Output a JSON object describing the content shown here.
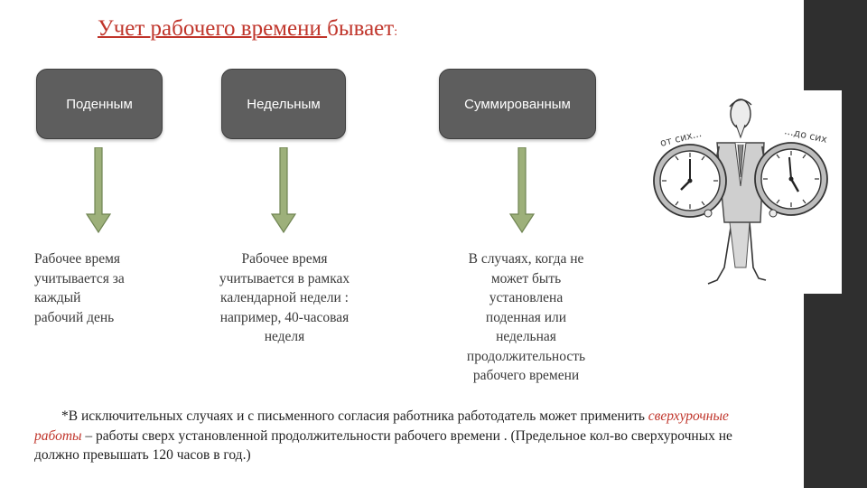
{
  "title": {
    "underlined": "Учет рабочего времени ",
    "rest": "бывает",
    "colon": ":"
  },
  "boxes": [
    {
      "label": "Поденным"
    },
    {
      "label": "Недельным"
    },
    {
      "label": "Суммированным"
    }
  ],
  "descriptions": [
    {
      "lines": [
        "Рабочее время",
        "учитывается за",
        "каждый",
        "рабочий день"
      ]
    },
    {
      "lines": [
        "Рабочее время",
        "учитывается в рамках",
        "календарной недели :",
        "например, 40-часовая",
        "неделя"
      ]
    },
    {
      "lines": [
        "В случаях, когда не",
        "может быть",
        "установлена",
        "поденная или",
        "недельная",
        "продолжительность",
        "рабочего времени"
      ]
    }
  ],
  "note": {
    "part1": "*В исключительных случаях и с письменного согласия работника работодатель может применить ",
    "highlight": "сверхурочные работы",
    "part2": " – работы сверх установленной продолжительности рабочего времени . (Предельное кол-во сверхурочных не должно превышать 120 часов в год.)"
  },
  "illustration": {
    "left_caption": "от сих...",
    "right_caption": "...до сих"
  },
  "colors": {
    "title": "#c0352b",
    "box": "#5e5e5e",
    "arrow": "#9db07a",
    "sidebar": "#2f2f2f"
  }
}
